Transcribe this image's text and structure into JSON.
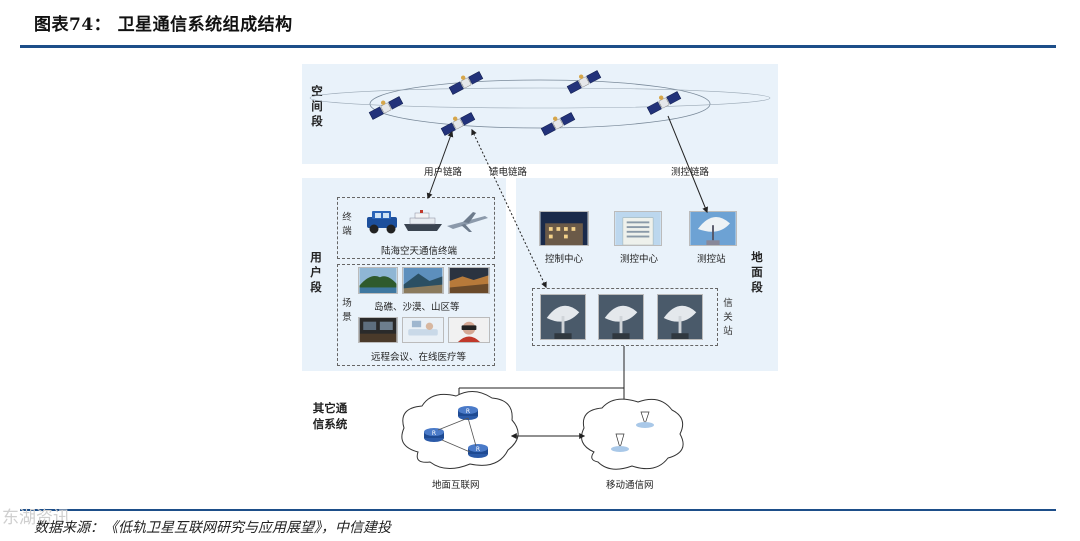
{
  "figure": {
    "title": "图表74：  卫星通信系统组成结构",
    "source": "数据来源：《低轨卫星互联网研究与应用展望》，中信建投",
    "watermark": "东湖资讯"
  },
  "segments": {
    "space": "空间段",
    "user": "用户段",
    "ground": "地面段",
    "other": "其它通信系统"
  },
  "links": {
    "user_link": "用户链路",
    "feeder_link": "馈电链路",
    "ttc_link": "测控链路"
  },
  "user_segment": {
    "terminal_label": "终端",
    "terminal_caption": "陆海空天通信终端",
    "scene_label": "场景",
    "scene_caption_1": "岛礁、沙漠、山区等",
    "scene_caption_2": "远程会议、在线医疗等"
  },
  "ground_segment": {
    "control_center": "控制中心",
    "ttc_center": "测控中心",
    "ttc_station": "测控站",
    "gateway_label": "信关站"
  },
  "other_systems": {
    "terrestrial_internet": "地面互联网",
    "mobile_network": "移动通信网"
  },
  "icons": {
    "satellite": "satellite-icon",
    "router": "router-icon",
    "cell_tower": "cell-tower-icon"
  },
  "colors": {
    "accent": "#1d4e89",
    "panel": "#e9f2fa",
    "satellite_panel": "#22327a"
  }
}
